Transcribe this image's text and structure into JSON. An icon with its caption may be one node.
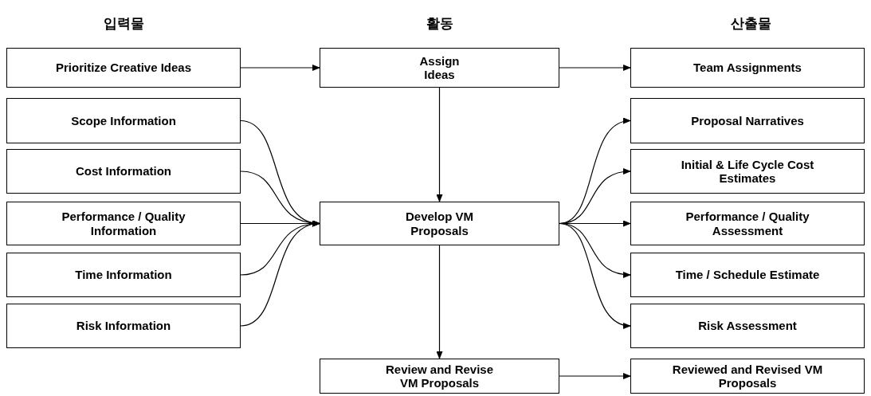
{
  "diagram": {
    "nodes": [
      {
        "text": [
          "Prioritize Creative Ideas"
        ]
      },
      {
        "text": [
          "Assign Ideas"
        ]
      },
      {
        "text": [
          "Team Assignments"
        ]
      },
      {
        "text": [
          "Scope Information"
        ]
      },
      {
        "text": [
          "Proposal Narratives"
        ]
      },
      {
        "text": [
          "Cost Information"
        ]
      },
      {
        "text": [
          "Initial & Life Cycle Cost Estimates"
        ]
      },
      {
        "text": [
          "Performance / Quality Information"
        ]
      },
      {
        "text": [
          "Develop VM Proposals"
        ]
      },
      {
        "text": [
          "Performance / Quality Assessment"
        ]
      },
      {
        "text": [
          "Time Information"
        ]
      },
      {
        "text": [
          "Time / Schedule Estimate"
        ]
      },
      {
        "text": [
          "Risk Information"
        ]
      },
      {
        "text": [
          "Risk Assessment"
        ]
      },
      {
        "text": [
          "Review and Revise VM Proposals"
        ]
      },
      {
        "text": [
          "Reviewed and Revised VM Proposals"
        ]
      }
    ],
    "edges": [
      {
        "from": 0,
        "to": 1,
        "arrow": "to"
      },
      {
        "from": 1,
        "to": 2,
        "arrow": "to"
      },
      {
        "from": 1,
        "to": 8,
        "arrow": "to"
      },
      {
        "from": 3,
        "to": 8,
        "arrow": "to"
      },
      {
        "from": 5,
        "to": 8,
        "arrow": "to"
      },
      {
        "from": 7,
        "to": 8,
        "arrow": "to"
      },
      {
        "from": 10,
        "to": 8,
        "arrow": "to"
      },
      {
        "from": 12,
        "to": 8,
        "arrow": "to"
      },
      {
        "from": 8,
        "to": 4,
        "arrow": "to"
      },
      {
        "from": 8,
        "to": 6,
        "arrow": "to"
      },
      {
        "from": 8,
        "to": 9,
        "arrow": "to"
      },
      {
        "from": 8,
        "to": 11,
        "arrow": "to"
      },
      {
        "from": 8,
        "to": 13,
        "arrow": "to"
      },
      {
        "from": 8,
        "to": 14,
        "arrow": "to"
      },
      {
        "from": 14,
        "to": 15,
        "arrow": "to"
      }
    ],
    "labels": [
      "입력물",
      "활동",
      "산출물"
    ]
  }
}
